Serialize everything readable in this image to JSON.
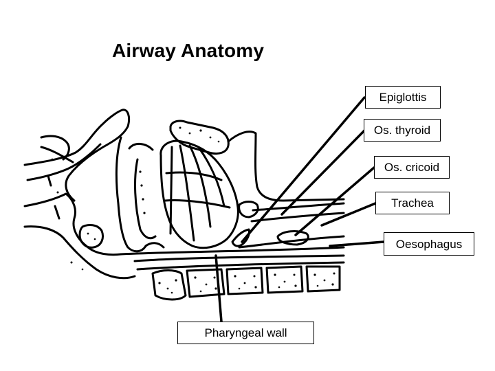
{
  "title": "Airway Anatomy",
  "labels": {
    "epiglottis": "Epiglottis",
    "thyroid": "Os. thyroid",
    "cricoid": "Os. cricoid",
    "trachea": "Trachea",
    "oesophagus": "Oesophagus",
    "pharyngeal_wall": "Pharyngeal wall"
  }
}
